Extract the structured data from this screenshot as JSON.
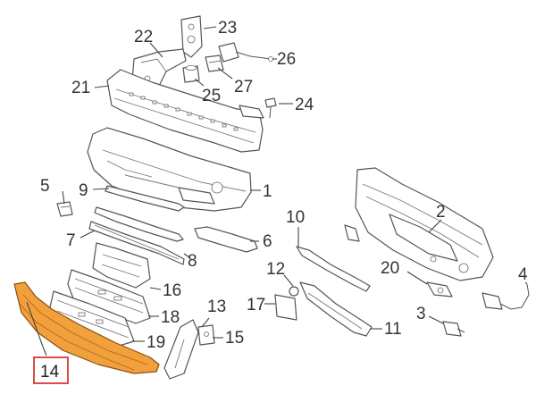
{
  "labels": {
    "p1": "1",
    "p2": "2",
    "p3": "3",
    "p4": "4",
    "p5": "5",
    "p6": "6",
    "p7": "7",
    "p8": "8",
    "p9": "9",
    "p10": "10",
    "p11": "11",
    "p12": "12",
    "p13": "13",
    "p14": "14",
    "p15": "15",
    "p16": "16",
    "p17": "17",
    "p18": "18",
    "p19": "19",
    "p20": "20",
    "p21": "21",
    "p22": "22",
    "p23": "23",
    "p24": "24",
    "p25": "25",
    "p26": "26",
    "p27": "27"
  },
  "highlight": {
    "part": "14",
    "fill_color": "#f2a03c",
    "box_color": "#d81e1e"
  }
}
